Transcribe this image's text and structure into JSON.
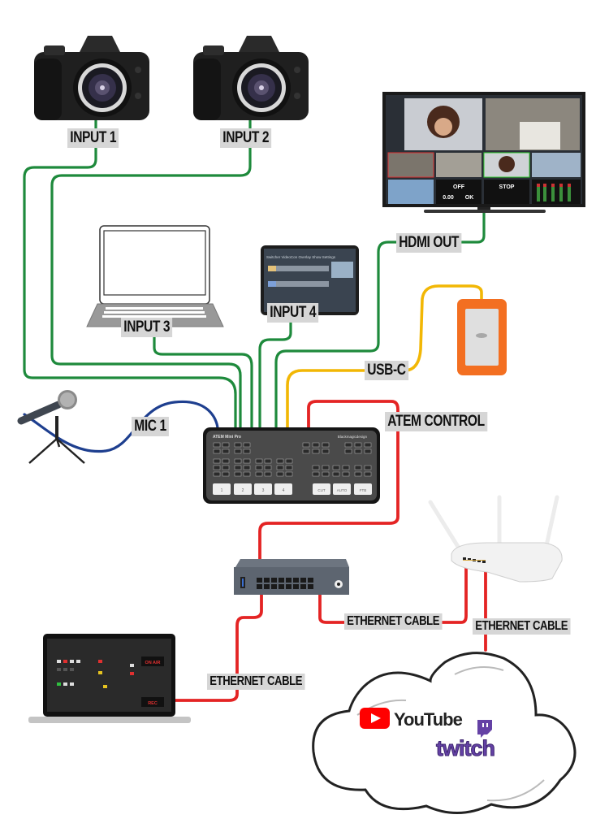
{
  "title": "ATEM Mini Pro streaming setup diagram",
  "colors": {
    "video_cable": "#1e8a3c",
    "audio_cable": "#1e3f8f",
    "usb_cable": "#f2b705",
    "ethernet_cable": "#e42424",
    "label_bg": "#d6d6d6",
    "drive_orange": "#f36f21",
    "youtube_red": "#ff0000",
    "twitch_purple": "#6441a5"
  },
  "devices": {
    "camera1": {
      "name": "Camera",
      "label": "INPUT 1"
    },
    "camera2": {
      "name": "Camera",
      "label": "INPUT 2"
    },
    "laptop": {
      "name": "Laptop",
      "label": "INPUT 3"
    },
    "tablet": {
      "name": "iPad",
      "label": "INPUT 4",
      "tabs": [
        "Switcher",
        "VideoCon",
        "Overlay",
        "Show",
        "Settings"
      ]
    },
    "monitor": {
      "name": "Multiview Monitor",
      "label": "HDMI OUT",
      "tiles": [
        "OFF",
        "STOP"
      ],
      "readouts": [
        "0.00",
        "OK"
      ]
    },
    "drive": {
      "name": "External Drive",
      "label": "USB-C"
    },
    "microphone": {
      "name": "Microphone",
      "label": "MIC 1"
    },
    "switcher": {
      "name": "ATEM Mini Pro",
      "brand": "Blackmagicdesign",
      "label": "ATEM CONTROL",
      "input_buttons": [
        "1",
        "2",
        "3",
        "4"
      ],
      "transition_buttons": [
        "CUT",
        "AUTO",
        "FTB"
      ]
    },
    "network_switch": {
      "name": "Network Switch"
    },
    "router": {
      "name": "Wireless Router"
    },
    "control_laptop": {
      "name": "ATEM Software Control",
      "on_air": "ON AIR",
      "rec": "REC"
    }
  },
  "cables": {
    "switch_to_router": "ETHERNET CABLE",
    "router_to_cloud": "ETHERNET CABLE",
    "switch_to_laptop": "ETHERNET CABLE"
  },
  "cloud": {
    "services": [
      "YouTube",
      "twitch"
    ]
  }
}
